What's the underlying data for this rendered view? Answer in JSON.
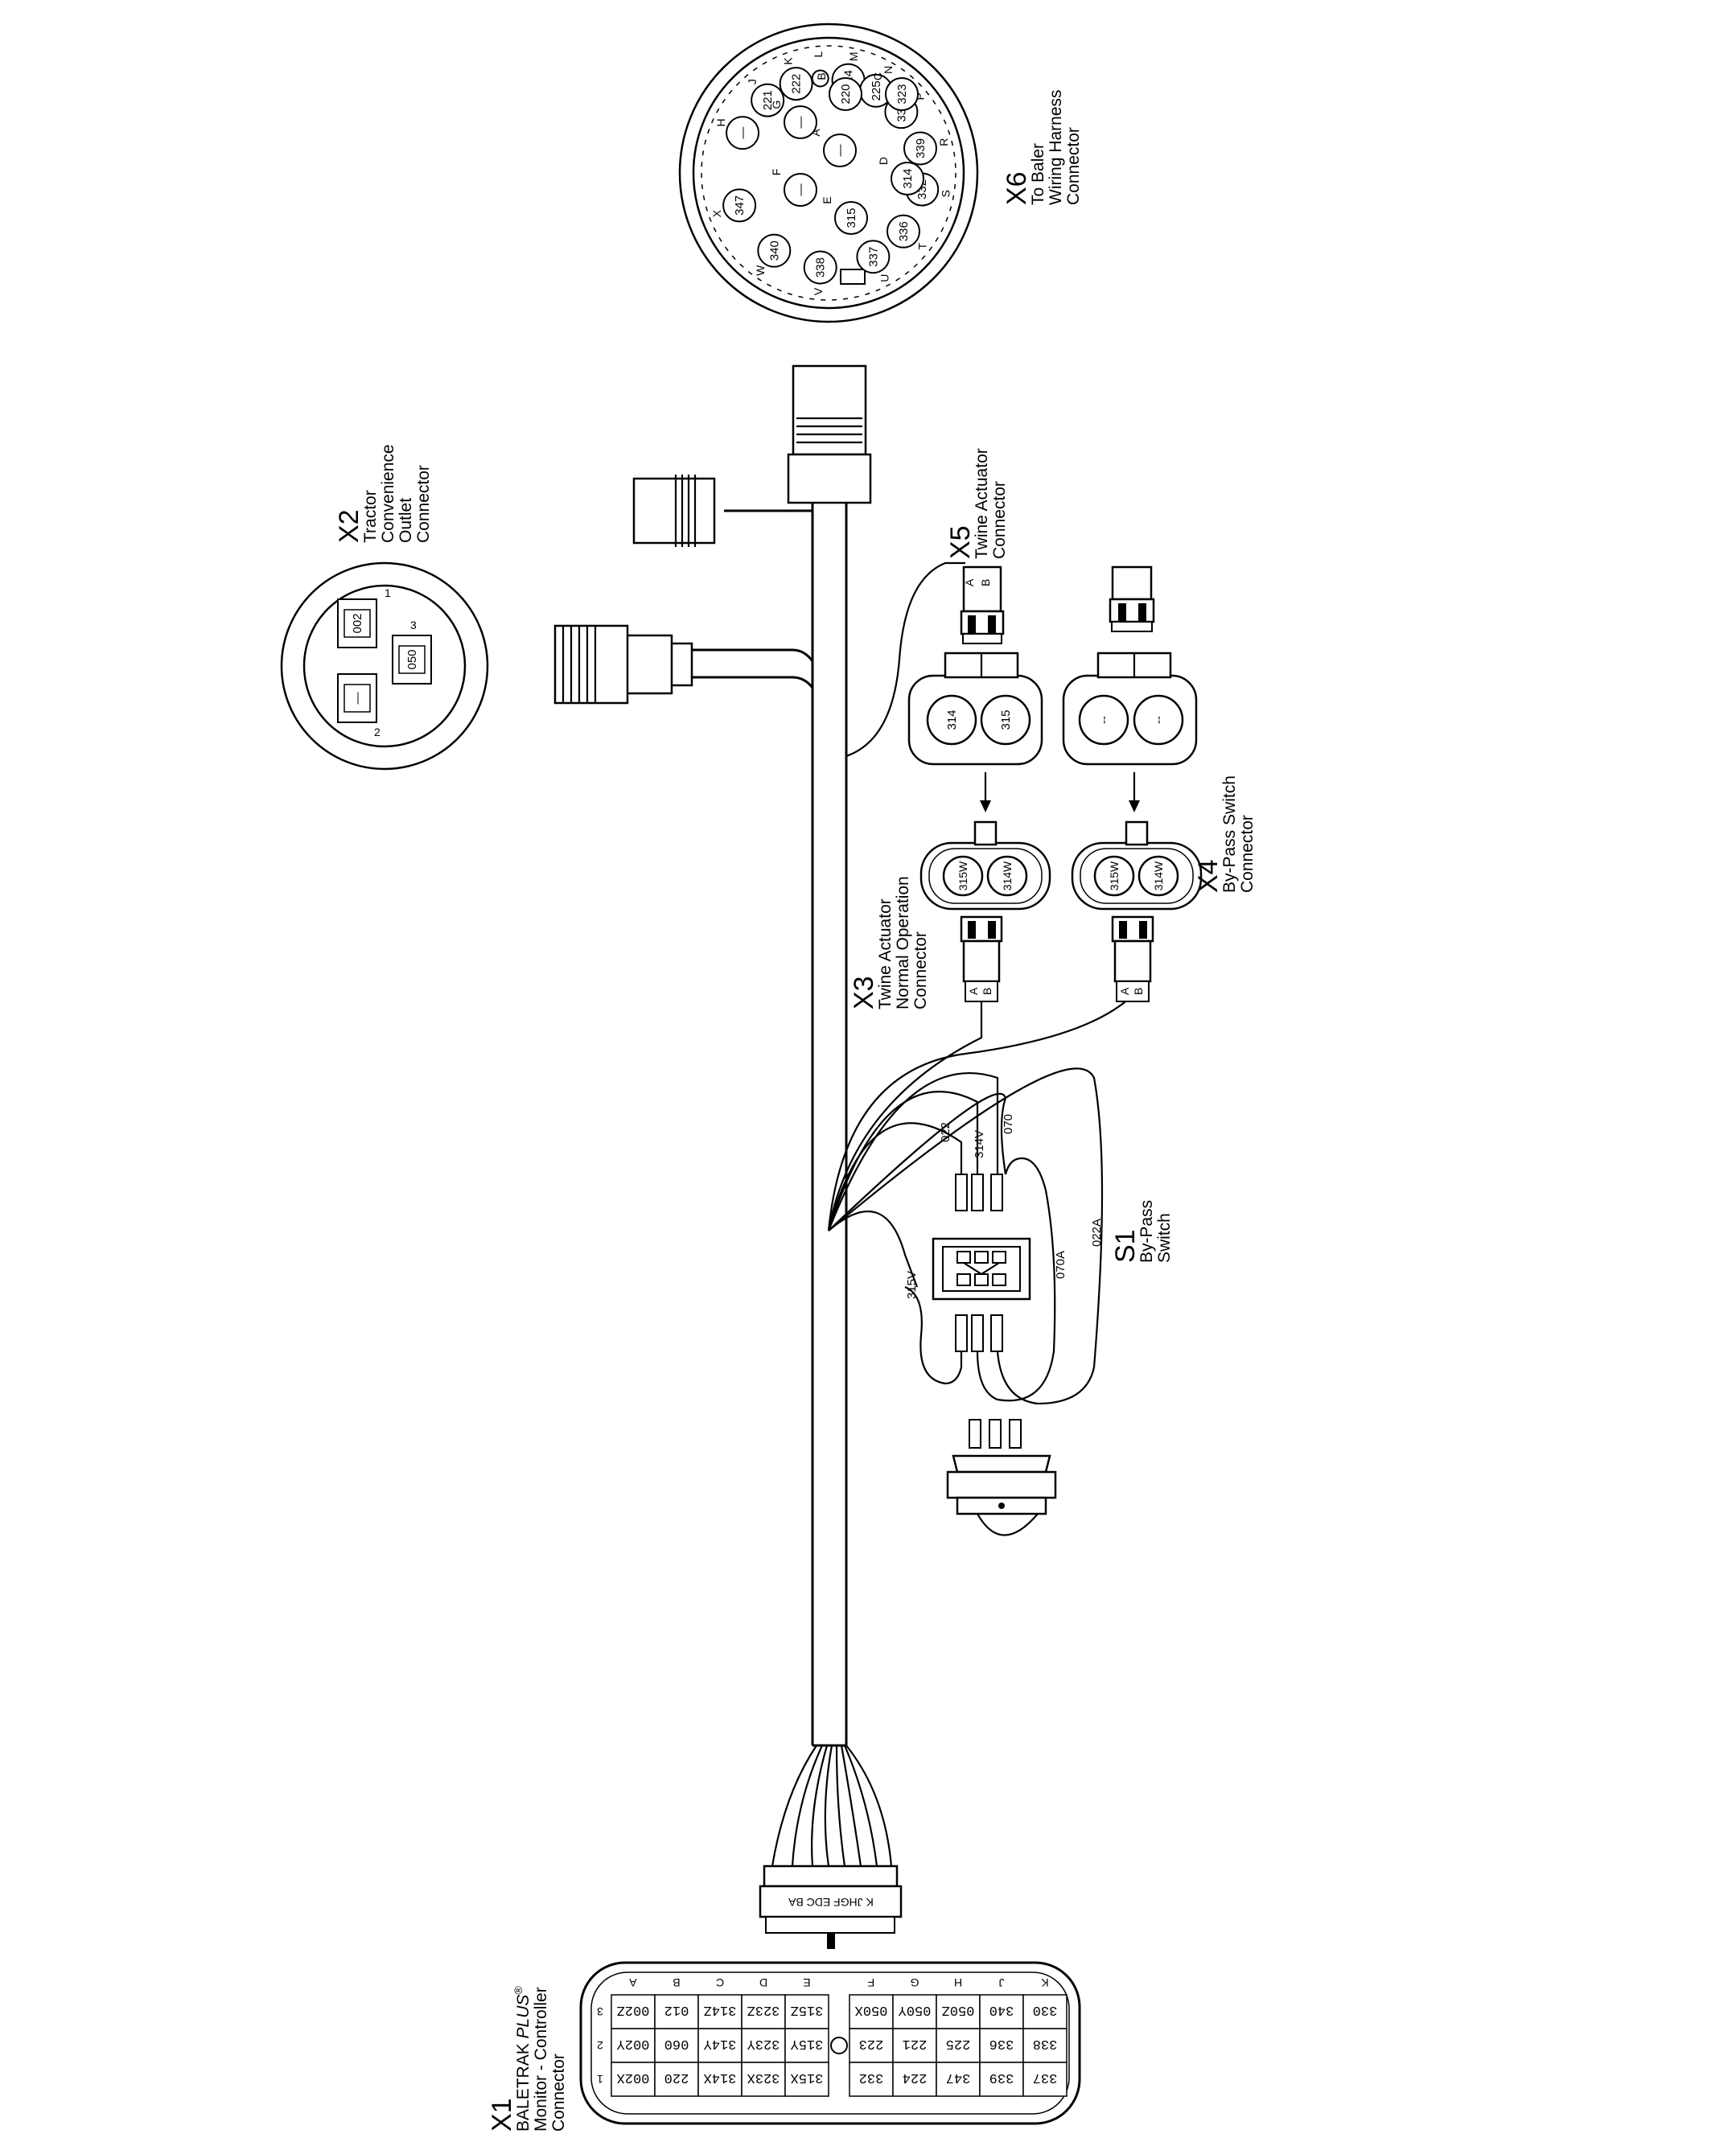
{
  "connectors": {
    "x6": {
      "id": "X6",
      "lines": [
        "To Baler",
        "Wiring Harness",
        "Connector"
      ]
    },
    "x2": {
      "id": "X2",
      "lines": [
        "Tractor",
        "Convenience",
        "Outlet",
        "Connector"
      ]
    },
    "x5": {
      "id": "X5",
      "lines": [
        "Twine Actuator",
        "Connector"
      ]
    },
    "x4": {
      "id": "X4",
      "lines": [
        "By-Pass Switch",
        "Connector"
      ]
    },
    "x3": {
      "id": "X3",
      "lines": [
        "Twine Actuator",
        "Normal Operation",
        "Connector"
      ]
    },
    "s1": {
      "id": "S1",
      "lines": [
        "By-Pass",
        "Switch"
      ]
    },
    "x1": {
      "id": "X1",
      "brand": "BALETRAK ",
      "brand_italic": "PLUS",
      "brand_mark": "®",
      "lines": [
        "Monitor - Controller",
        "Connector"
      ]
    }
  },
  "x6_pins": [
    {
      "letter": "H",
      "wire": "—"
    },
    {
      "letter": "J",
      "wire": "221"
    },
    {
      "letter": "K",
      "wire": "222"
    },
    {
      "letter": "L",
      "wire": ""
    },
    {
      "letter": "M",
      "wire": "224"
    },
    {
      "letter": "N",
      "wire": "225"
    },
    {
      "letter": "P",
      "wire": "330"
    },
    {
      "letter": "R",
      "wire": "339"
    },
    {
      "letter": "S",
      "wire": "332"
    },
    {
      "letter": "T",
      "wire": "336"
    },
    {
      "letter": "U",
      "wire": "337"
    },
    {
      "letter": "V",
      "wire": "338"
    },
    {
      "letter": "W",
      "wire": "340"
    },
    {
      "letter": "X",
      "wire": "347"
    },
    {
      "letter": "G",
      "wire": "—"
    },
    {
      "letter": "B",
      "wire": "220"
    },
    {
      "letter": "C",
      "wire": "323"
    },
    {
      "letter": "D",
      "wire": "314"
    },
    {
      "letter": "E",
      "wire": "315"
    },
    {
      "letter": "F",
      "wire": "—"
    },
    {
      "letter": "A",
      "wire": "—"
    }
  ],
  "x2_pins": [
    {
      "num": "1",
      "wire": "002"
    },
    {
      "num": "2",
      "wire": "—"
    },
    {
      "num": "3",
      "wire": "050"
    }
  ],
  "x5_pins": [
    "A",
    "B"
  ],
  "top_connector_cavities": {
    "x5_side": [
      "314",
      "315"
    ],
    "x4_side": [
      "--",
      "--"
    ]
  },
  "mid_connector_cavities": {
    "x3_side": [
      "315W",
      "314W"
    ],
    "x4_side": [
      "315W",
      "314W"
    ]
  },
  "x3_plug_pins": [
    "A",
    "B"
  ],
  "x4_plug_pins": [
    "A",
    "B"
  ],
  "wire_labels": {
    "w022": "022",
    "w314v": "314V",
    "w070": "070",
    "w315v": "315V",
    "w070a": "070A",
    "w022a": "022A"
  },
  "x1_plug_letters": "K JHGF EDC BA",
  "x1_table": {
    "rows": [
      "3",
      "2",
      "1"
    ],
    "columns": [
      "A",
      "B",
      "C",
      "D",
      "E",
      "F",
      "G",
      "H",
      "J",
      "K"
    ],
    "cells": [
      [
        "002Z",
        "012",
        "314Z",
        "323Z",
        "315Z",
        "050X",
        "050Y",
        "050Z",
        "340",
        "330"
      ],
      [
        "002Y",
        "060",
        "314Y",
        "323Y",
        "315Y",
        "223",
        "221",
        "225",
        "336",
        "338"
      ],
      [
        "002X",
        "220",
        "314X",
        "323X",
        "315X",
        "332",
        "224",
        "347",
        "339",
        "337"
      ]
    ]
  }
}
